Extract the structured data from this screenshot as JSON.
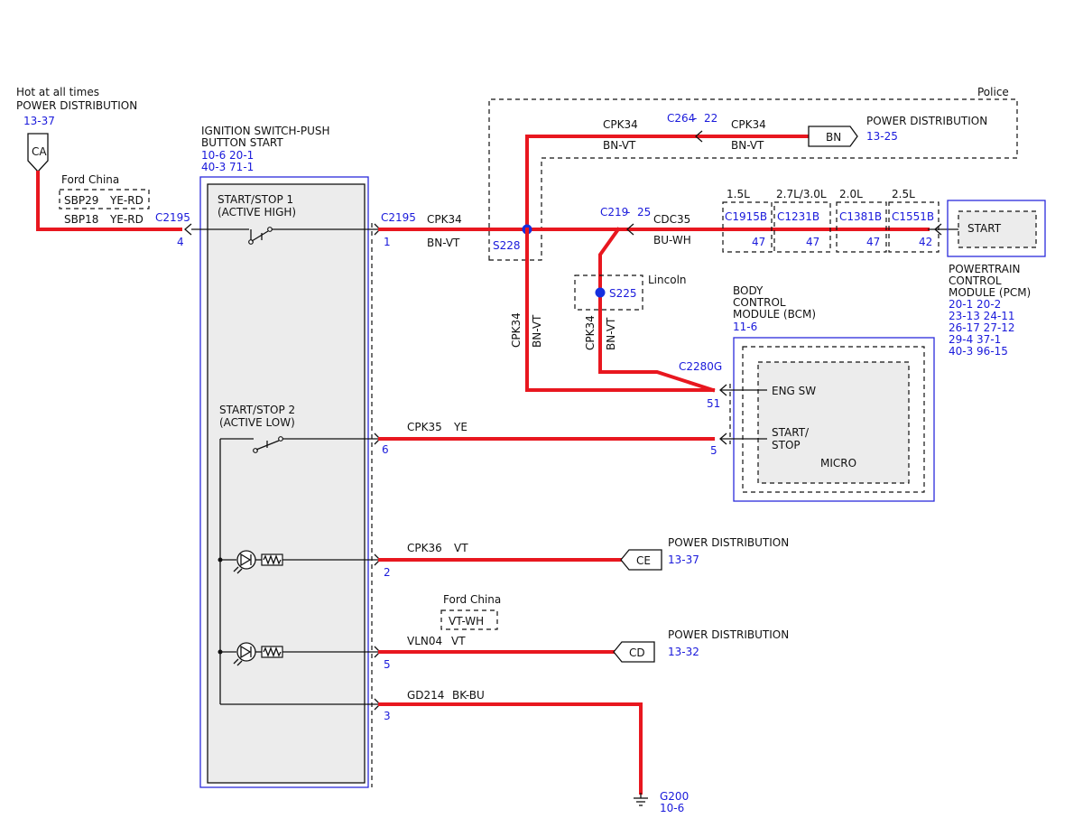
{
  "left_source": {
    "hot": "Hot at all times",
    "title": "POWER DISTRIBUTION",
    "ref": "13-37",
    "connector": "CA"
  },
  "ford_china_top": {
    "label": "Ford China",
    "alt_splice": "SBP29",
    "alt_color": "YE-RD",
    "splice": "SBP18",
    "color": "YE-RD"
  },
  "switch": {
    "name_line1": "IGNITION SWITCH-PUSH",
    "name_line2": "BUTTON START",
    "refs_line1": "10-6  20-1",
    "refs_line2": "40-3  71-1",
    "ss1_line1": "START/STOP 1",
    "ss1_line2": "(ACTIVE HIGH)",
    "ss2_line1": "START/STOP 2",
    "ss2_line2": "(ACTIVE LOW)",
    "conn_left": "C2195",
    "conn_left_pin": "4",
    "conn_right": "C2195",
    "pins": [
      "1",
      "6",
      "2",
      "5",
      "3"
    ]
  },
  "police": {
    "label": "Police",
    "circuit_a": "CPK34",
    "color_a": "BN-VT",
    "connector": "C264",
    "connector_pin": "22",
    "circuit_b": "CPK34",
    "color_b": "BN-VT",
    "dest_conn": "BN",
    "dest_title": "POWER DISTRIBUTION",
    "dest_ref": "13-25"
  },
  "main_wire": {
    "circuit": "CPK34",
    "color": "BN-VT",
    "splice": "S228",
    "conn": "C219",
    "conn_pin": "25",
    "pcm_circuit": "CDC35",
    "pcm_color": "BU-WH"
  },
  "pcm_variants": [
    {
      "engine": "1.5L",
      "conn": "C1915B",
      "pin": "47"
    },
    {
      "engine": "2.7L/3.0L",
      "conn": "C1231B",
      "pin": "47"
    },
    {
      "engine": "2.0L",
      "conn": "C1381B",
      "pin": "47"
    },
    {
      "engine": "2.5L",
      "conn": "C1551B",
      "pin": "42"
    }
  ],
  "pcm": {
    "inner": "START",
    "name_line1": "POWERTRAIN",
    "name_line2": "CONTROL",
    "name_line3": "MODULE (PCM)",
    "refs": [
      "20-1   20-2",
      "23-13 24-11",
      "26-17 27-12",
      "29-4   37-1",
      "40-3   96-15"
    ]
  },
  "lincoln": {
    "label": "Lincoln",
    "splice": "S225",
    "circuit": "CPK34",
    "color": "BN-VT"
  },
  "vertical_wire": {
    "circuit": "CPK34",
    "color": "BN-VT"
  },
  "bcm": {
    "name_line1": "BODY",
    "name_line2": "CONTROL",
    "name_line3": "MODULE (BCM)",
    "ref": "11-6",
    "conn": "C2280G",
    "pin_a": "51",
    "pin_b": "5",
    "eng_sw": "ENG SW",
    "start_line1": "START/",
    "start_line2": "STOP",
    "micro": "MICRO"
  },
  "wire_cpk35": {
    "circuit": "CPK35",
    "color": "YE"
  },
  "wire_cpk36": {
    "circuit": "CPK36",
    "color": "VT",
    "dest_conn": "CE",
    "dest_title": "POWER DISTRIBUTION",
    "dest_ref": "13-37"
  },
  "ford_china_bottom": {
    "label": "Ford China",
    "color": "VT-WH"
  },
  "wire_vln04": {
    "circuit": "VLN04",
    "color": "VT",
    "dest_conn": "CD",
    "dest_title": "POWER DISTRIBUTION",
    "dest_ref": "13-32"
  },
  "wire_gd214": {
    "circuit": "GD214",
    "color": "BK-BU"
  },
  "ground": {
    "name": "G200",
    "ref": "10-6"
  },
  "colors": {
    "wire": "#e8171f",
    "ref_blue": "#1a1adb",
    "splice": "#1530e0",
    "module_fill": "#ececec"
  }
}
